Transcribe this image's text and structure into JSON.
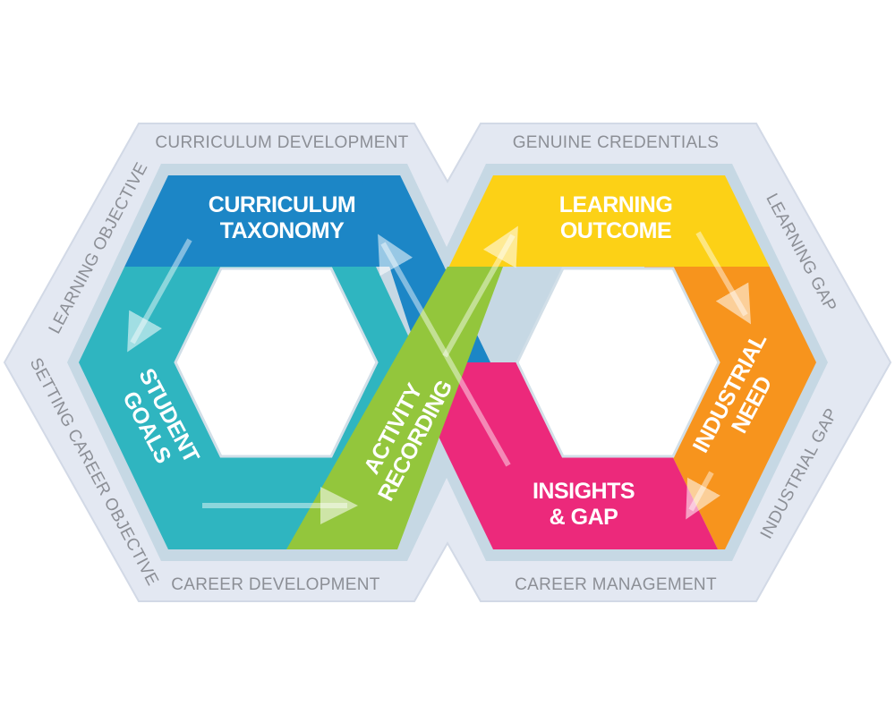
{
  "outer_labels": {
    "top_left": "CURRICULUM DEVELOPMENT",
    "top_right": "GENUINE CREDENTIALS",
    "bottom_left": "CAREER DEVELOPMENT",
    "bottom_right": "CAREER MANAGEMENT",
    "left_upper": "LEARNING OBJECTIVE",
    "left_lower": "SETTING CAREER OBJECTIVE",
    "right_upper": "LEARNING GAP",
    "right_lower": "INDUSTRIAL GAP"
  },
  "segments": {
    "curriculum_taxonomy": {
      "line1": "CURRICULUM",
      "line2": "TAXONOMY",
      "color": "#1c86c6"
    },
    "student_goals": {
      "line1": "STUDENT",
      "line2": "GOALS",
      "color": "#2fb5c0"
    },
    "activity_recording": {
      "line1": "ACTIVITY",
      "line2": "RECORDING",
      "color": "#93c63c"
    },
    "learning_outcome": {
      "line1": "LEARNING",
      "line2": "OUTCOME",
      "color": "#fcd116"
    },
    "industrial_need": {
      "line1": "INDUSTRIAL",
      "line2": "NEED",
      "color": "#f7941d"
    },
    "insights_gap": {
      "line1": "INSIGHTS",
      "line2": "& GAP",
      "color": "#ec297b"
    }
  },
  "colors": {
    "outer_band": "#e3e8f2",
    "inner_border": "#c6d8e4"
  }
}
